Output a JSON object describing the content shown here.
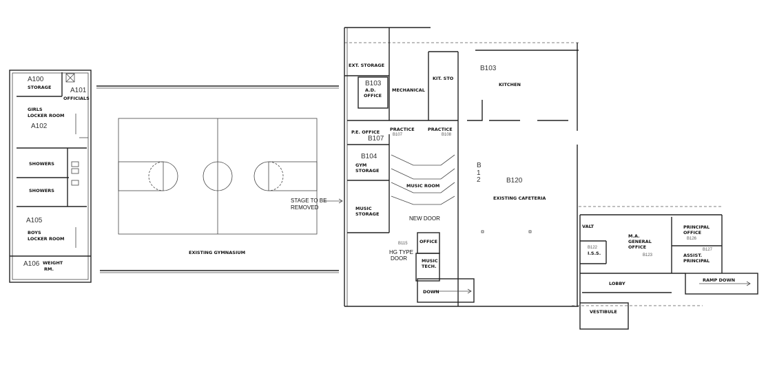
{
  "rooms": {
    "a100": {
      "num": "A100",
      "name": "STORAGE"
    },
    "a101": {
      "num": "A101",
      "name": "OFFICIALS"
    },
    "a102": {
      "num": "A102",
      "name1": "GIRLS",
      "name2": "LOCKER ROOM"
    },
    "showers1": "SHOWERS",
    "showers2": "SHOWERS",
    "a105": {
      "num": "A105",
      "name1": "BOYS",
      "name2": "LOCKER ROOM"
    },
    "a106": {
      "num": "A106",
      "name1": "WEIGHT",
      "name2": "RM."
    },
    "gym": "EXISTING GYMNASIUM",
    "ext_storage": "EXT. STORAGE",
    "ad_office": {
      "num": "B103",
      "name1": "A.D.",
      "name2": "OFFICE"
    },
    "mechanical": "MECHANICAL",
    "kit_sto": "KIT. STO",
    "kitchen": {
      "num": "B103",
      "name": "KITCHEN"
    },
    "pe_office": {
      "num": "B107",
      "name": "P.E. OFFICE"
    },
    "practice1": {
      "num": "B107",
      "name": "PRACTICE"
    },
    "practice2": {
      "num": "B108",
      "name": "PRACTICE"
    },
    "gym_storage": {
      "num": "B104",
      "name1": "GYM",
      "name2": "STORAGE"
    },
    "music_room": "MUSIC ROOM",
    "music_storage": {
      "name1": "MUSIC",
      "name2": "STORAGE"
    },
    "b115": "B115",
    "office": "OFFICE",
    "music_tech": {
      "name1": "MUSIC",
      "name2": "TECH."
    },
    "cafeteria": {
      "num": "B120",
      "name": "EXISTING CAFETERIA",
      "side1": "B",
      "side2": "1",
      "side3": "2"
    },
    "vault": "VALT",
    "iss": {
      "num": "B122",
      "name": "I.S.S."
    },
    "general_office": {
      "num": "B123",
      "name1": "M.A.",
      "name2": "GENERAL",
      "name3": "OFFICE"
    },
    "principal": {
      "num": "B126",
      "name1": "PRINCIPAL",
      "name2": "OFFICE"
    },
    "assist": {
      "num": "B127",
      "name1": "ASSIST.",
      "name2": "PRINCIPAL"
    },
    "lobby": "LOBBY",
    "vestibule": "VESTIBULE"
  },
  "annotations": {
    "stage1": "STAGE TO BE",
    "stage2": "REMOVED",
    "new_door": "NEW DOOR",
    "hc_door1": "HG TYPE",
    "hc_door2": "DOOR",
    "down": "DOWN",
    "ramp_down": "RAMP DOWN"
  }
}
